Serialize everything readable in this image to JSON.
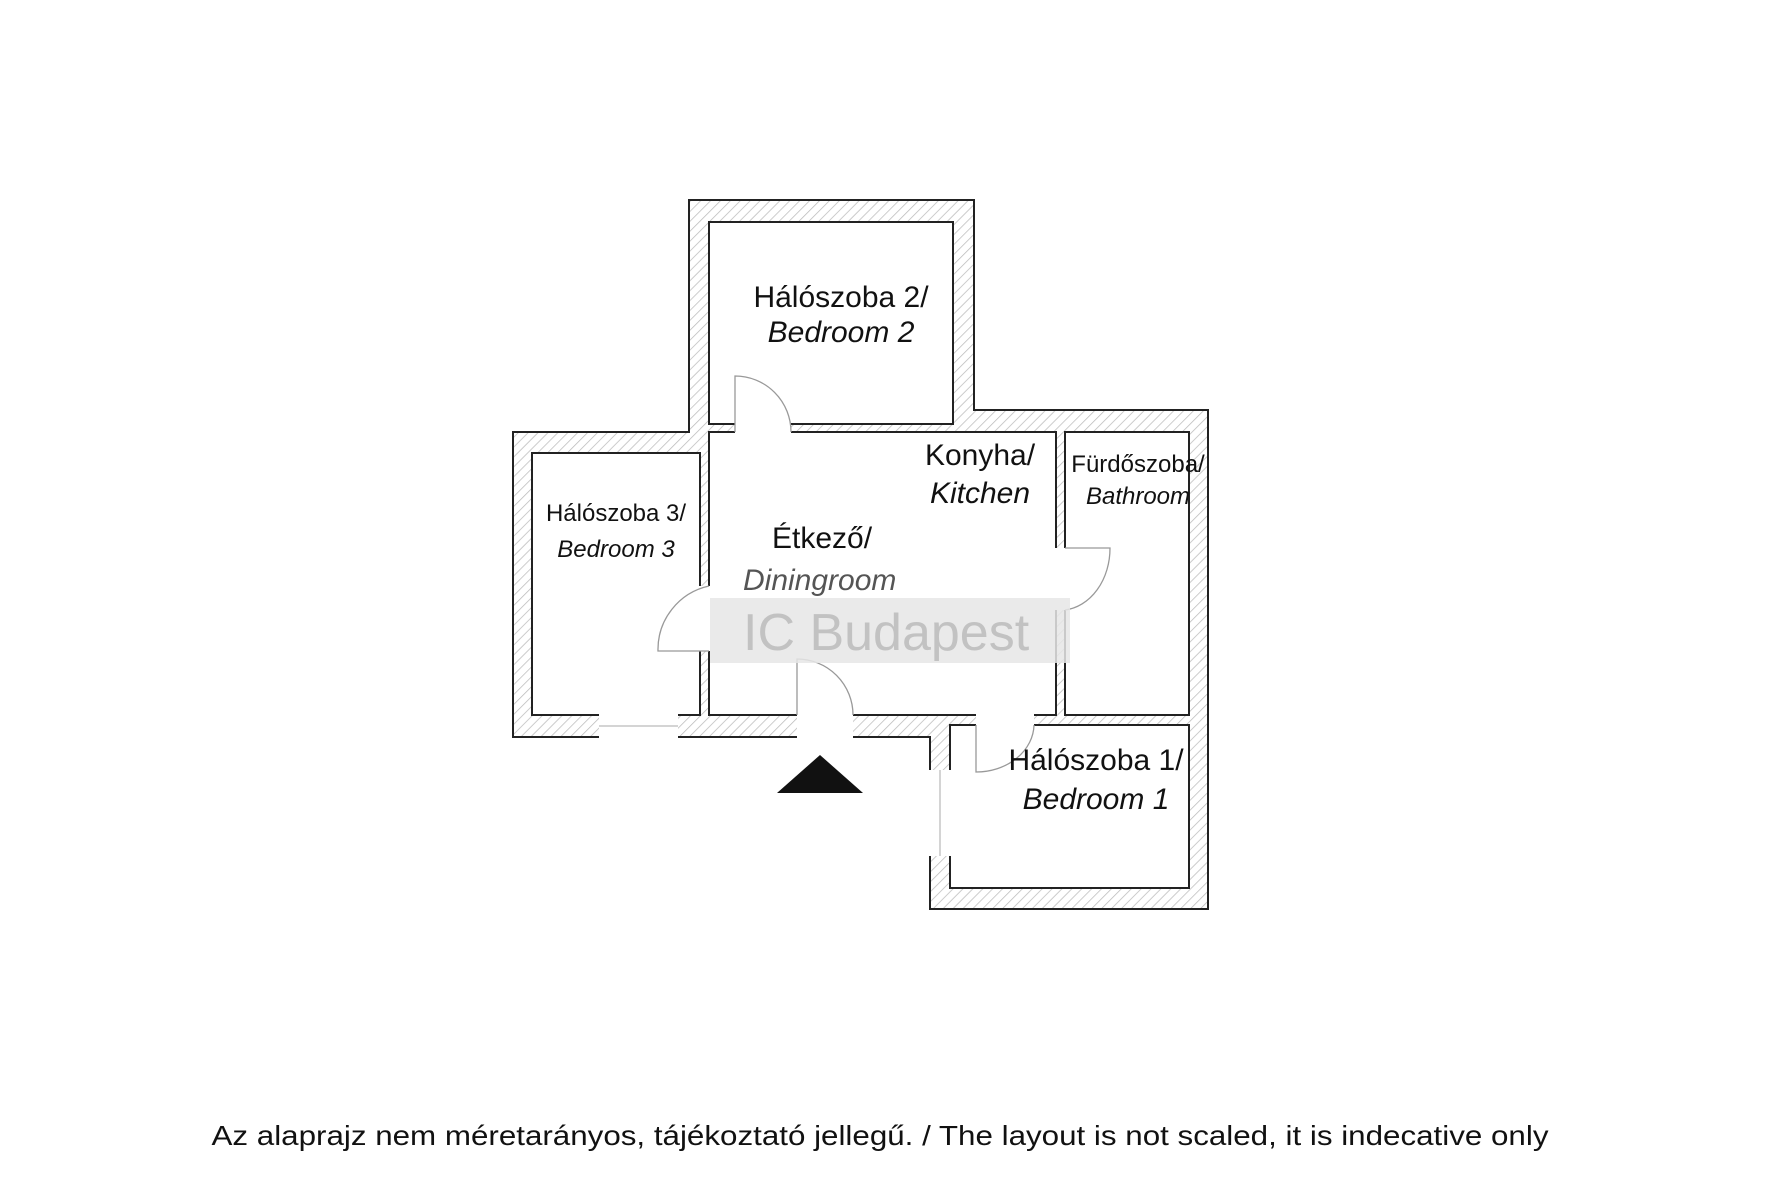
{
  "rooms": {
    "bedroom2": {
      "hu": "Hálószoba 2/",
      "en": "Bedroom 2"
    },
    "bedroom3": {
      "hu": "Hálószoba 3/",
      "en": "Bedroom 3"
    },
    "dining": {
      "hu": "Étkező/",
      "en": "Diningroom"
    },
    "kitchen": {
      "hu": "Konyha/",
      "en": "Kitchen"
    },
    "bathroom": {
      "hu": "Fürdőszoba/",
      "en": "Bathroom"
    },
    "bedroom1": {
      "hu": "Hálószoba 1/",
      "en": "Bedroom 1"
    }
  },
  "watermark": "IC Budapest",
  "footer": "Az alaprajz nem méretarányos, tájékoztató jellegű. / The layout is not scaled, it is indecative only",
  "colors": {
    "wall": "#222222",
    "hatch": "#bbbbbb",
    "watermark_bg": "#e6e6e6"
  }
}
